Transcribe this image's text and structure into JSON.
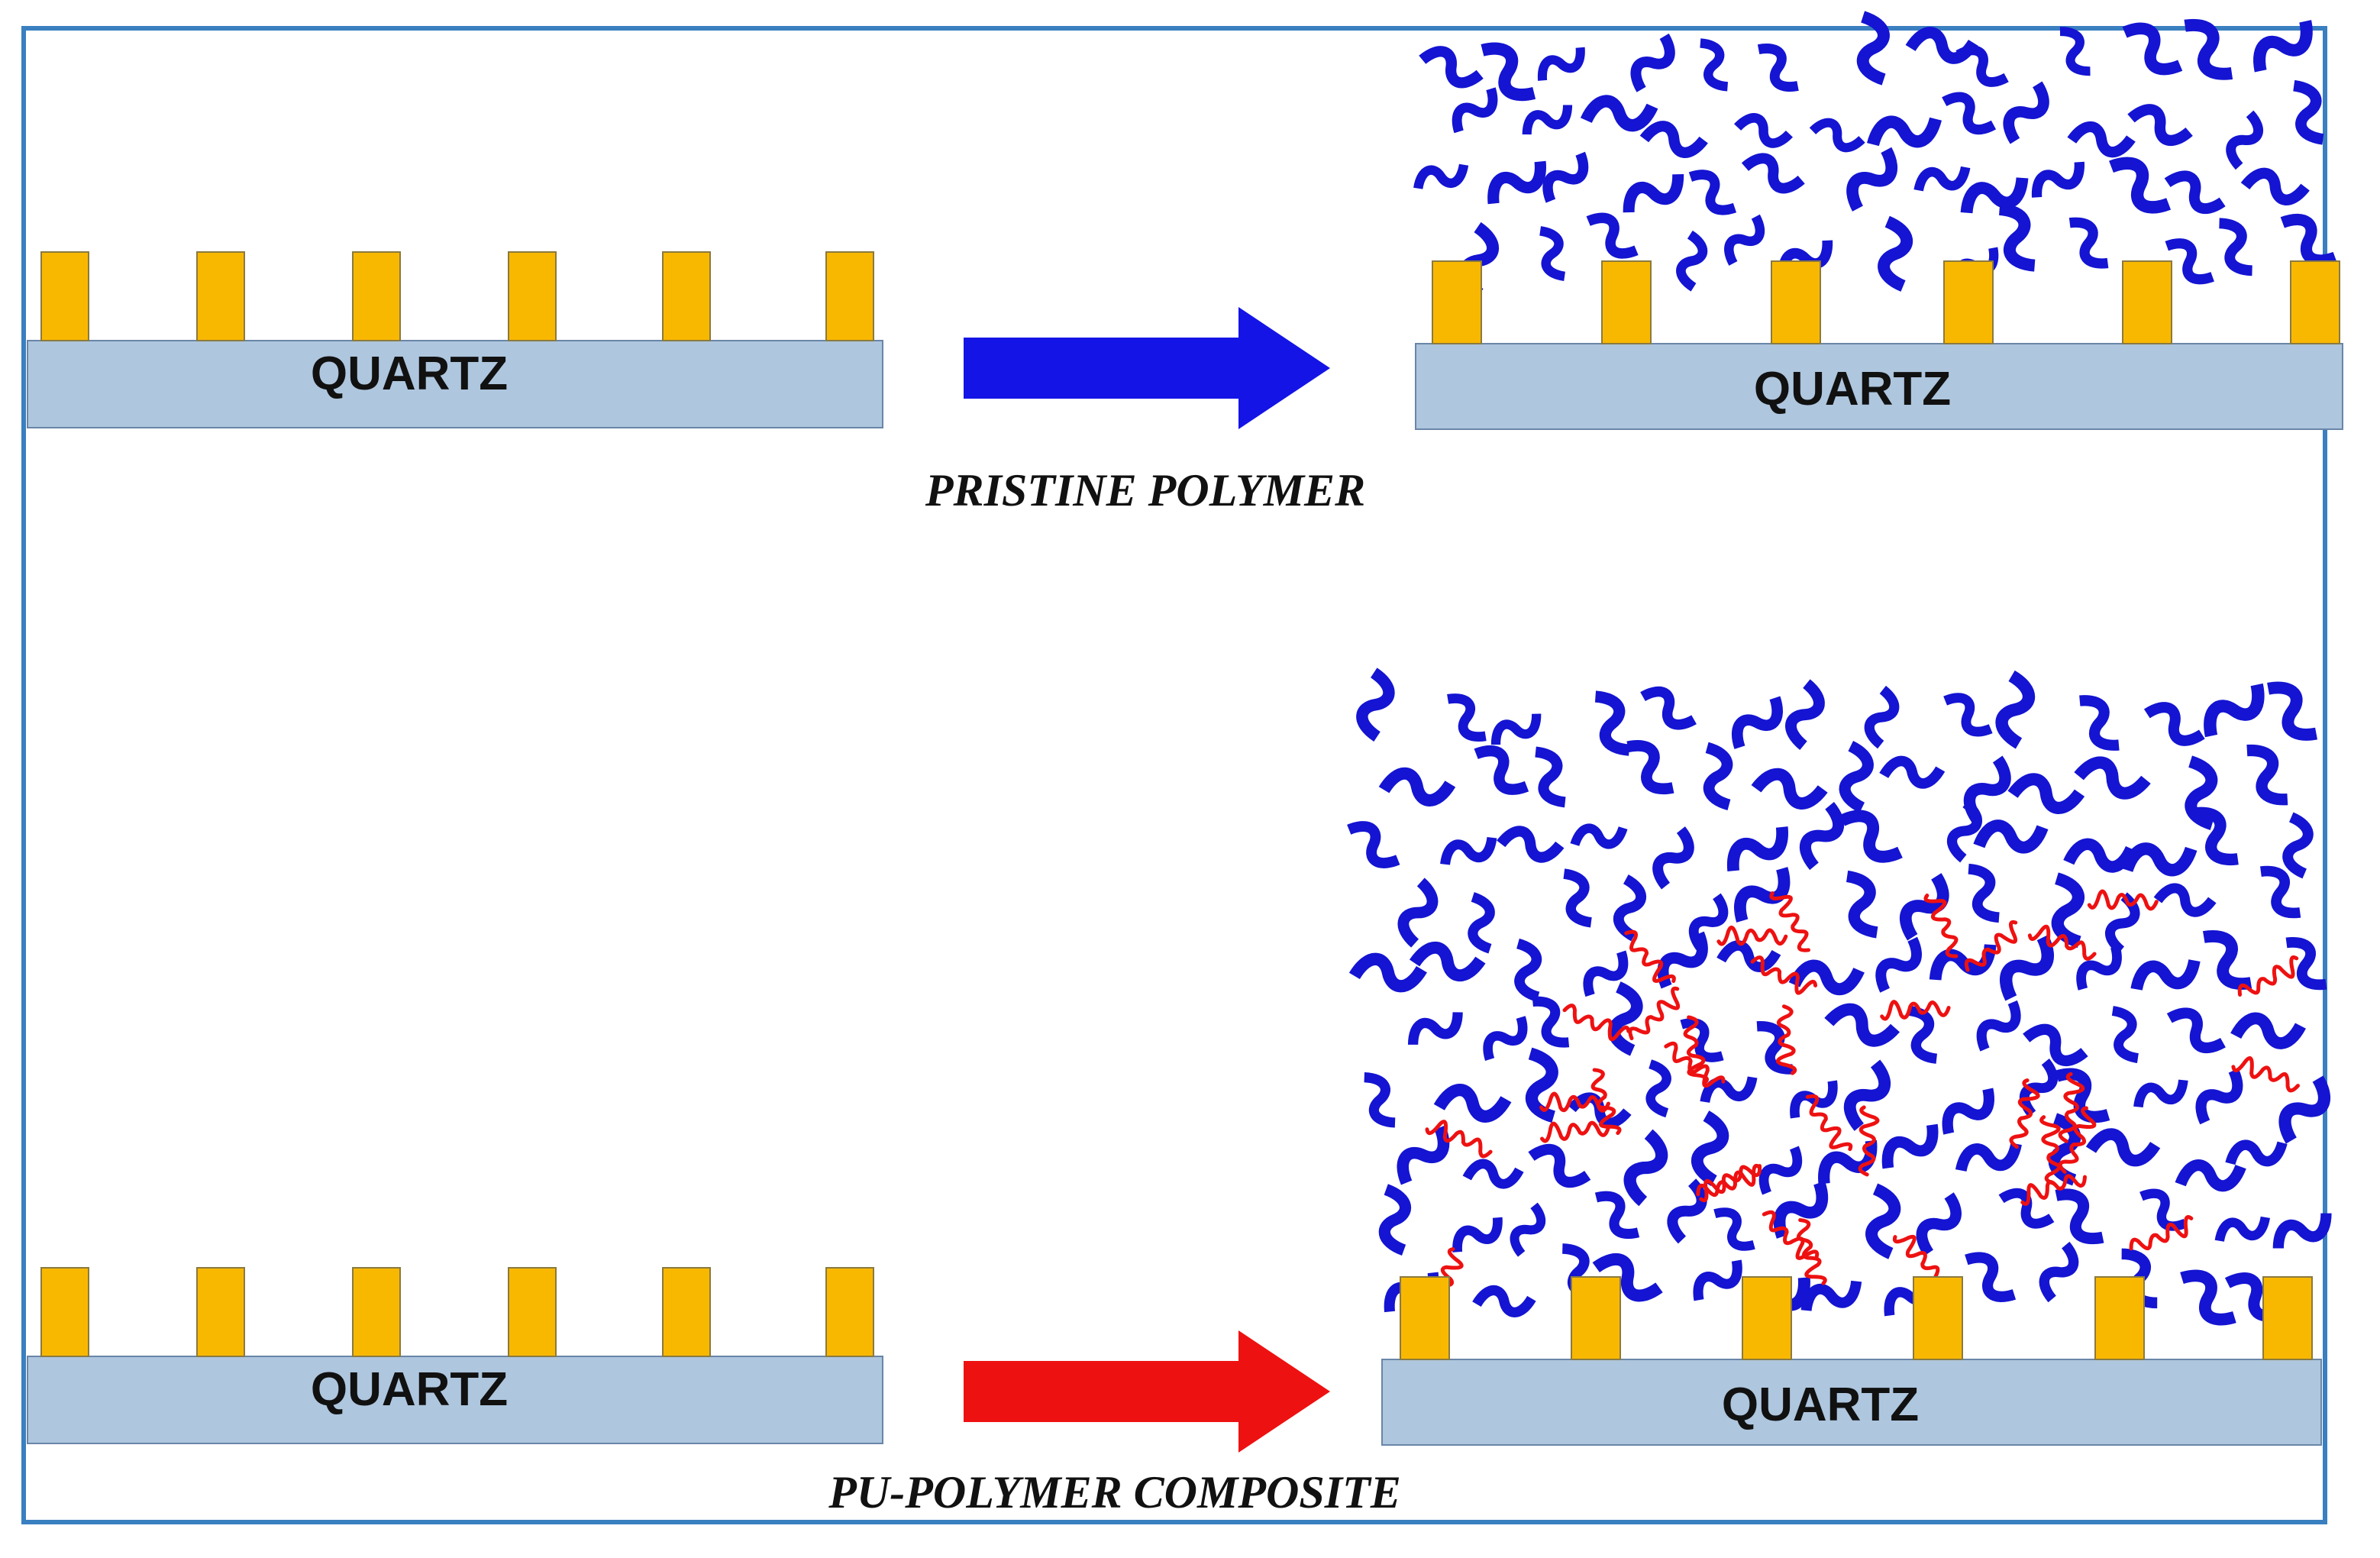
{
  "colors": {
    "substrate": "#aec6de",
    "electrode": "#f9b800",
    "polymer_chain": "#1414d2",
    "pu_chain": "#ee1111",
    "arrow_top": "#1414e6",
    "arrow_bottom": "#ee1111",
    "frame": "#3a7fc0"
  },
  "substrate_label": "QUARTZ",
  "panels": {
    "top": {
      "caption": "PRISTINE POLYMER",
      "electrode_count": 6,
      "polymer_chains": true,
      "pu_chains": false
    },
    "bottom": {
      "caption": "PU-POLYMER COMPOSITE",
      "electrode_count": 6,
      "polymer_chains": true,
      "pu_chains": true
    }
  },
  "icons": {
    "arrow_top": "right-arrow-icon",
    "arrow_bottom": "right-arrow-icon"
  }
}
